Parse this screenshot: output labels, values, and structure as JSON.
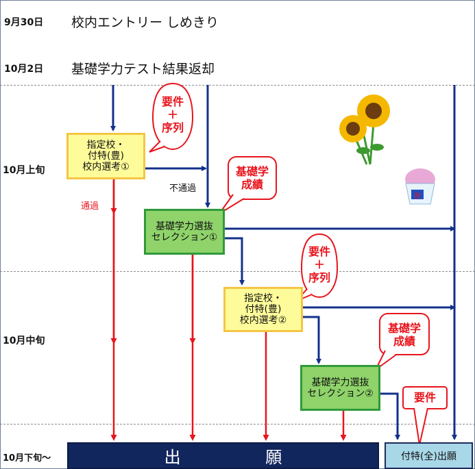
{
  "schedule": [
    {
      "date": "9月30日",
      "event": "校内エントリー しめきり"
    },
    {
      "date": "10月2日",
      "event": "基礎学力テスト結果返却"
    }
  ],
  "periods": [
    "10月上旬",
    "10月中旬",
    "10月下旬～"
  ],
  "boxes": {
    "shitei1": [
      "指定校・",
      "付特(豊)",
      "校内選考①"
    ],
    "kiso1": [
      "基礎学力選抜",
      "セレクション①"
    ],
    "shitei2": [
      "指定校・",
      "付特(豊)",
      "校内選考②"
    ],
    "kiso2": [
      "基礎学力選抜",
      "セレクション②"
    ]
  },
  "callouts": {
    "req_seq_1": [
      "要件",
      "＋",
      "序列"
    ],
    "kiso_seiseki_1": [
      "基礎学",
      "成績"
    ],
    "req_seq_2": [
      "要件",
      "＋",
      "序列"
    ],
    "kiso_seiseki_2": [
      "基礎学",
      "成績"
    ],
    "req_3": "要件"
  },
  "labels": {
    "not_pass": "不通過",
    "pass": "通過"
  },
  "final": {
    "application": "出 願",
    "futoku_zen": "付特(全)出願"
  },
  "colors": {
    "blue_arrow": "#12308a",
    "red_arrow": "#e8141c",
    "navy": "#12265e",
    "light_blue": "#a8d7e8"
  },
  "decorations": [
    "sunflower-icon",
    "shaved-ice-icon"
  ]
}
